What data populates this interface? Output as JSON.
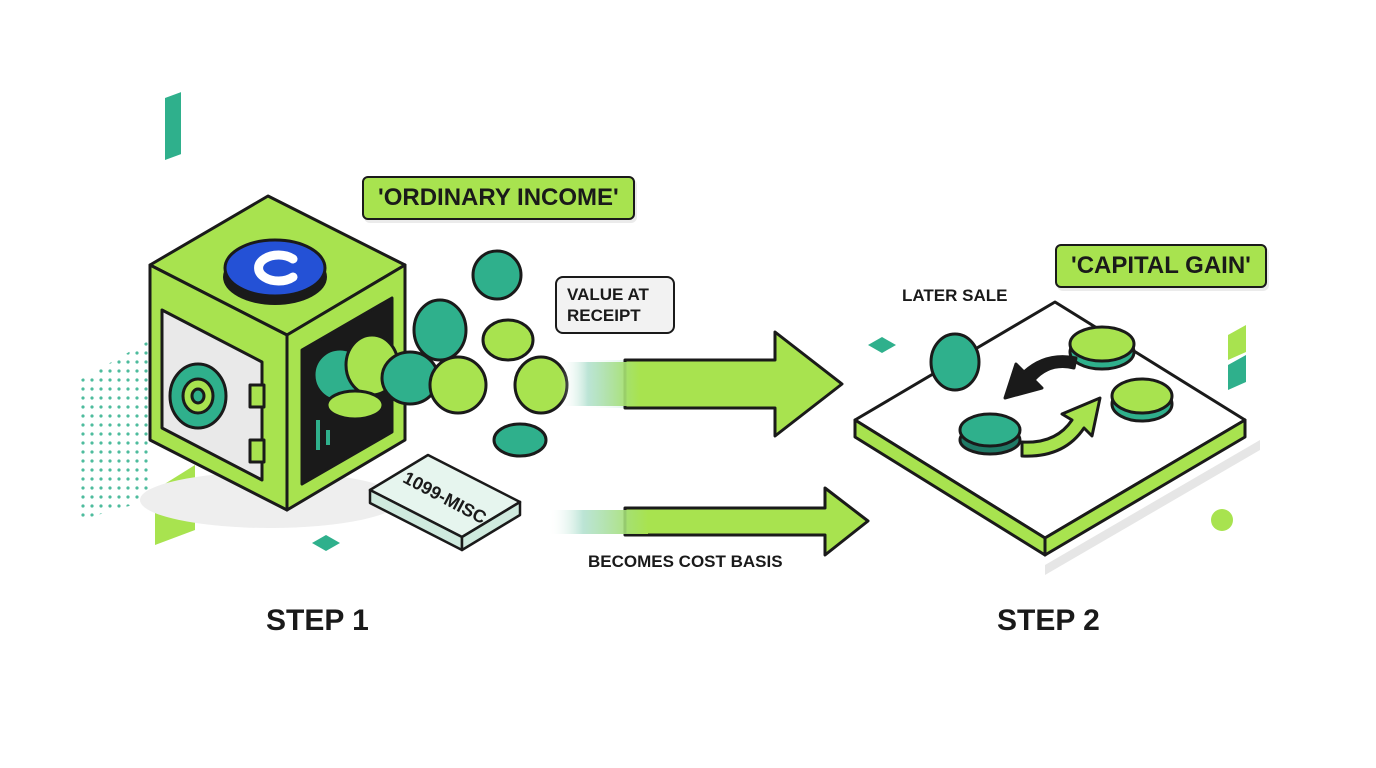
{
  "colors": {
    "accent_green": "#a8e34f",
    "teal": "#2fb08c",
    "dark_teal": "#1f7a66",
    "outline": "#1a1a1a",
    "brand_blue": "#2451d6"
  },
  "step1": {
    "label": "STEP 1",
    "tag": "'ORDINARY INCOME'",
    "note_line1": "VALUE AT",
    "note_line2": "RECEIPT",
    "document": "1099-MISC",
    "vault_logo_icon": "brand-c-logo-icon"
  },
  "flow": {
    "arrow_caption": "BECOMES COST BASIS"
  },
  "step2": {
    "label": "STEP 2",
    "tag": "'CAPITAL GAIN'",
    "caption": "LATER SALE"
  }
}
